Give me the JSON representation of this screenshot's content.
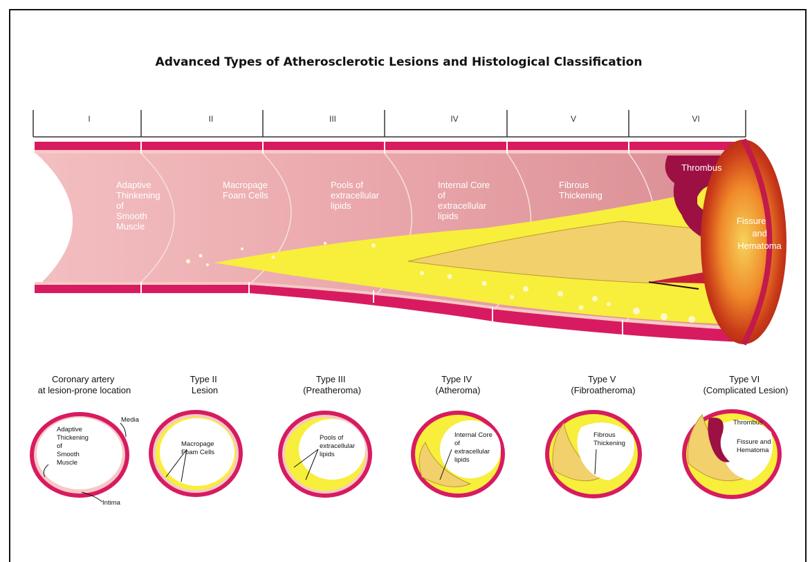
{
  "title": "Advanced Types of Atherosclerotic Lesions and Histological Classification",
  "stages": [
    "I",
    "II",
    "III",
    "IV",
    "V",
    "VI"
  ],
  "vessel_labels": {
    "adaptive": [
      "Adaptive",
      "Thinkening",
      "of",
      "Smooth",
      "Muscle"
    ],
    "macropage": [
      "Macropage",
      "Foam Cells"
    ],
    "pools": [
      "Pools of",
      "extracellular",
      "lipids"
    ],
    "internal": [
      "Internal Core",
      "of",
      "extracellular",
      "lipids"
    ],
    "fibrous": [
      "Fibrous",
      "Thickening"
    ],
    "thrombus": "Thrombus",
    "fissure": [
      "Fissure",
      "and",
      "Hematoma"
    ]
  },
  "cross_sections": [
    {
      "caption": [
        "Coronary artery",
        "at lesion-prone location"
      ],
      "inner": [
        "Adaptive",
        "Thickening",
        "of",
        "Smooth",
        "Muscle"
      ],
      "media": "Media",
      "intima": "Intima"
    },
    {
      "caption": [
        "Type II",
        "Lesion"
      ],
      "inner": [
        "Macropage",
        "Foam Cells"
      ]
    },
    {
      "caption": [
        "Type III",
        "(Preatheroma)"
      ],
      "inner": [
        "Pools of",
        "extracellular",
        "lipids"
      ]
    },
    {
      "caption": [
        "Type IV",
        "(Atheroma)"
      ],
      "inner": [
        "Internal Core",
        "of",
        "extracellular",
        "lipids"
      ]
    },
    {
      "caption": [
        "Type V",
        "(Fibroatheroma)"
      ],
      "inner": [
        "Fibrous",
        "Thickening"
      ]
    },
    {
      "caption": [
        "Type VI",
        "(Complicated Lesion)"
      ],
      "inner": [
        "Thrombus",
        "Fissure and",
        "Hematoma"
      ]
    }
  ],
  "colors": {
    "wall": "#d81b60",
    "lumen": "#e8a3a8",
    "intima": "#f6c9c6",
    "lipid": "#f8ee3c",
    "plaque": "#f2d06b",
    "thrombus": "#9c1044",
    "outer_end": "#b72a14"
  }
}
